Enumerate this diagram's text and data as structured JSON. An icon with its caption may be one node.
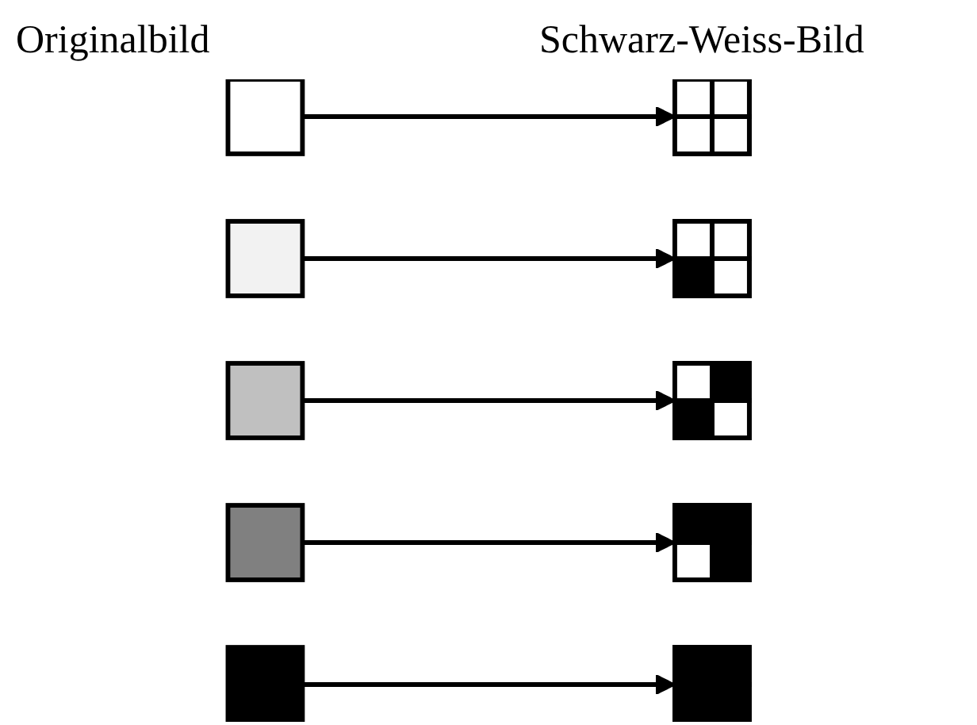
{
  "diagram": {
    "nodes": [
      {
        "text": [],
        "shape": "box"
      },
      {
        "text": [],
        "shape": "box"
      },
      {
        "text": [],
        "shape": "box"
      },
      {
        "text": [],
        "shape": "box"
      },
      {
        "text": [],
        "shape": "box"
      },
      {
        "text": [],
        "shape": "box"
      },
      {
        "text": [],
        "shape": "box"
      },
      {
        "text": [],
        "shape": "box"
      },
      {
        "text": [],
        "shape": "box"
      },
      {
        "text": [],
        "shape": "box"
      }
    ],
    "edges": [
      {
        "from": 0,
        "to": 1,
        "arrow": "to"
      },
      {
        "from": 2,
        "to": 3,
        "arrow": "to"
      },
      {
        "from": 4,
        "to": 5,
        "arrow": "to"
      },
      {
        "from": 6,
        "to": 7,
        "arrow": "to"
      },
      {
        "from": 8,
        "to": 9,
        "arrow": "to"
      }
    ],
    "labels": [
      "Originalbild",
      "Schwarz-Weiss-Bild"
    ]
  }
}
